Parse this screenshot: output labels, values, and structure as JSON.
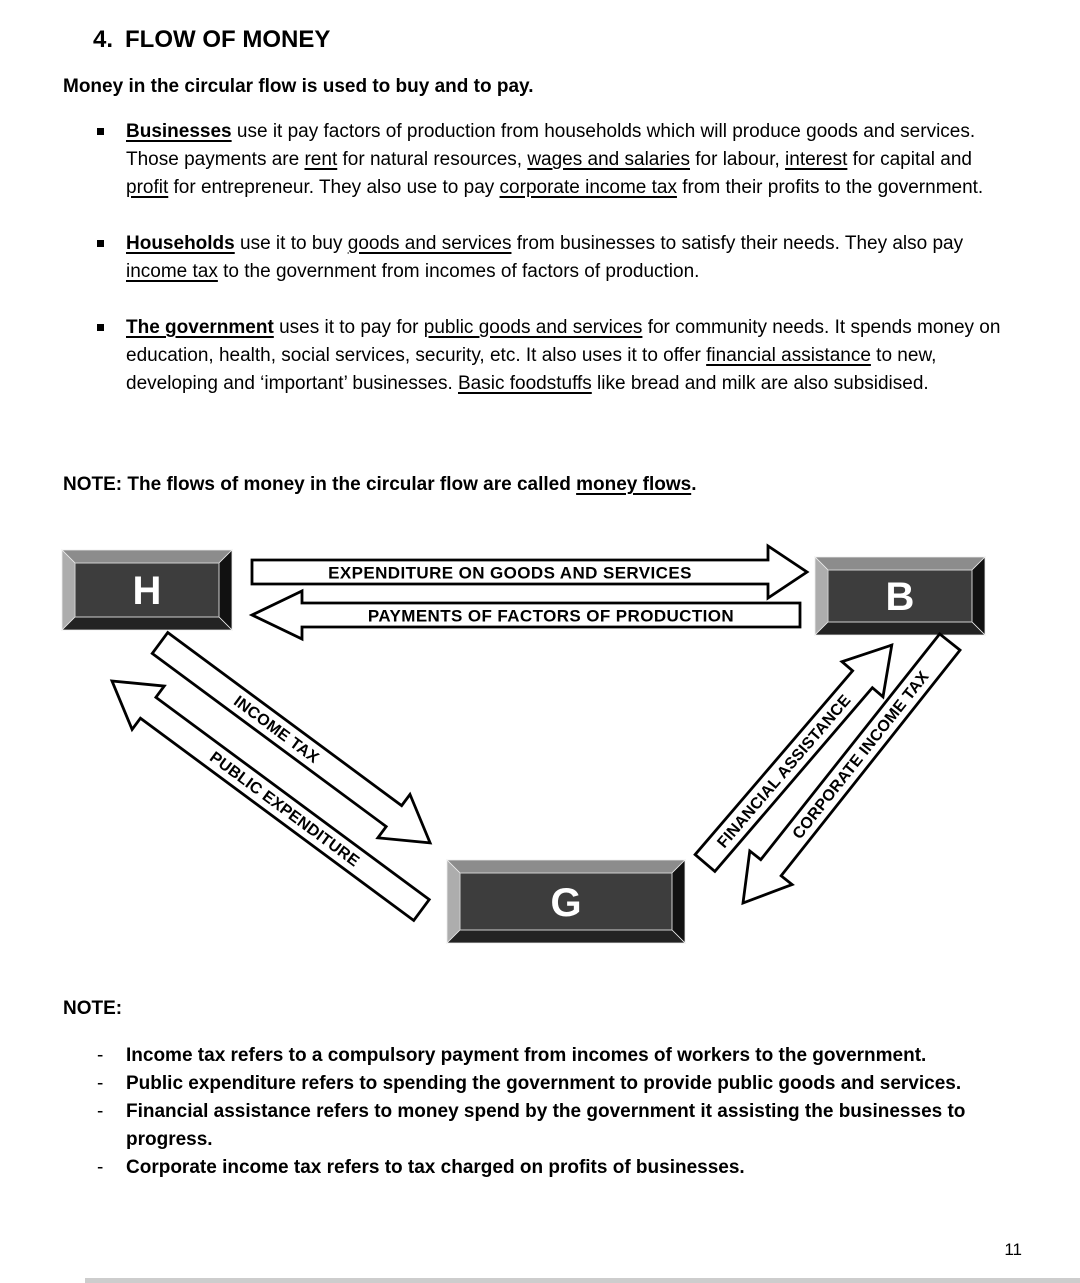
{
  "page": {
    "heading": {
      "number": "4.",
      "title": "FLOW OF MONEY"
    },
    "intro": "Money in the circular flow is used to buy and to pay.",
    "bullets": [
      {
        "segments": [
          {
            "text": "Businesses",
            "bold": true,
            "underline": true
          },
          {
            "text": " use it pay factors of production from households which will produce goods and services. Those payments are "
          },
          {
            "text": "rent",
            "underline": true
          },
          {
            "text": " for natural resources, "
          },
          {
            "text": "wages and salaries",
            "underline": true
          },
          {
            "text": " for labour, "
          },
          {
            "text": "interest",
            "underline": true
          },
          {
            "text": " for capital and "
          },
          {
            "text": "profit",
            "underline": true
          },
          {
            "text": " for entrepreneur. They also use to pay "
          },
          {
            "text": "corporate income tax",
            "underline": true
          },
          {
            "text": " from their profits to the government."
          }
        ]
      },
      {
        "segments": [
          {
            "text": "Households",
            "bold": true,
            "underline": true
          },
          {
            "text": " use it to buy "
          },
          {
            "text": "goods and services",
            "underline": true
          },
          {
            "text": " from businesses to satisfy their needs. They also pay "
          },
          {
            "text": "income tax",
            "underline": true
          },
          {
            "text": " to the government from incomes of factors of production."
          }
        ]
      },
      {
        "segments": [
          {
            "text": "The government",
            "bold": true,
            "underline": true
          },
          {
            "text": " uses it to pay for "
          },
          {
            "text": "public goods and services",
            "underline": true
          },
          {
            "text": " for community needs. It spends money on education, health, social services, security, etc. It also uses it to offer "
          },
          {
            "text": "financial assistance",
            "underline": true
          },
          {
            "text": " to new, developing and ‘important’ businesses. "
          },
          {
            "text": "Basic foodstuffs",
            "underline": true
          },
          {
            "text": " like bread and milk are also subsidised."
          }
        ]
      }
    ],
    "note_flows": {
      "segments": [
        {
          "text": "NOTE: The flows of money in the circular flow are called ",
          "bold": true
        },
        {
          "text": "money flows",
          "bold": true,
          "underline": true
        },
        {
          "text": ".",
          "bold": true
        }
      ]
    }
  },
  "diagram": {
    "nodes": [
      {
        "id": "households",
        "label": "H"
      },
      {
        "id": "businesses",
        "label": "B"
      },
      {
        "id": "government",
        "label": "G"
      }
    ],
    "flows": [
      {
        "label": "EXPENDITURE ON GOODS AND SERVICES",
        "from": "H",
        "to": "B"
      },
      {
        "label": "PAYMENTS OF FACTORS OF PRODUCTION",
        "from": "B",
        "to": "H"
      },
      {
        "label": "INCOME TAX",
        "from": "H",
        "to": "G"
      },
      {
        "label": "PUBLIC EXPENDITURE",
        "from": "G",
        "to": "H"
      },
      {
        "label": "FINANCIAL ASSISTANCE",
        "from": "G",
        "to": "B"
      },
      {
        "label": "CORPORATE INCOME TAX",
        "from": "B",
        "to": "G"
      }
    ],
    "colors": {
      "box_face": "#3d3d3d",
      "bevel_top": "#8c8c8c",
      "bevel_left": "#adadad",
      "bevel_right": "#111111",
      "bevel_bottom": "#232323",
      "letter": "#ffffff",
      "arrow_fill": "#ffffff",
      "arrow_outline": "#000000"
    }
  },
  "footer": {
    "note_label": "NOTE:",
    "dash": "-",
    "notes": [
      "Income tax refers to a compulsory payment from incomes of workers to the government.",
      "Public expenditure refers to spending the government to provide public goods and services.",
      "Financial assistance refers to money spend by the government it assisting the businesses to progress.",
      "Corporate income tax refers to tax charged on profits of businesses."
    ],
    "page_number": "11"
  }
}
